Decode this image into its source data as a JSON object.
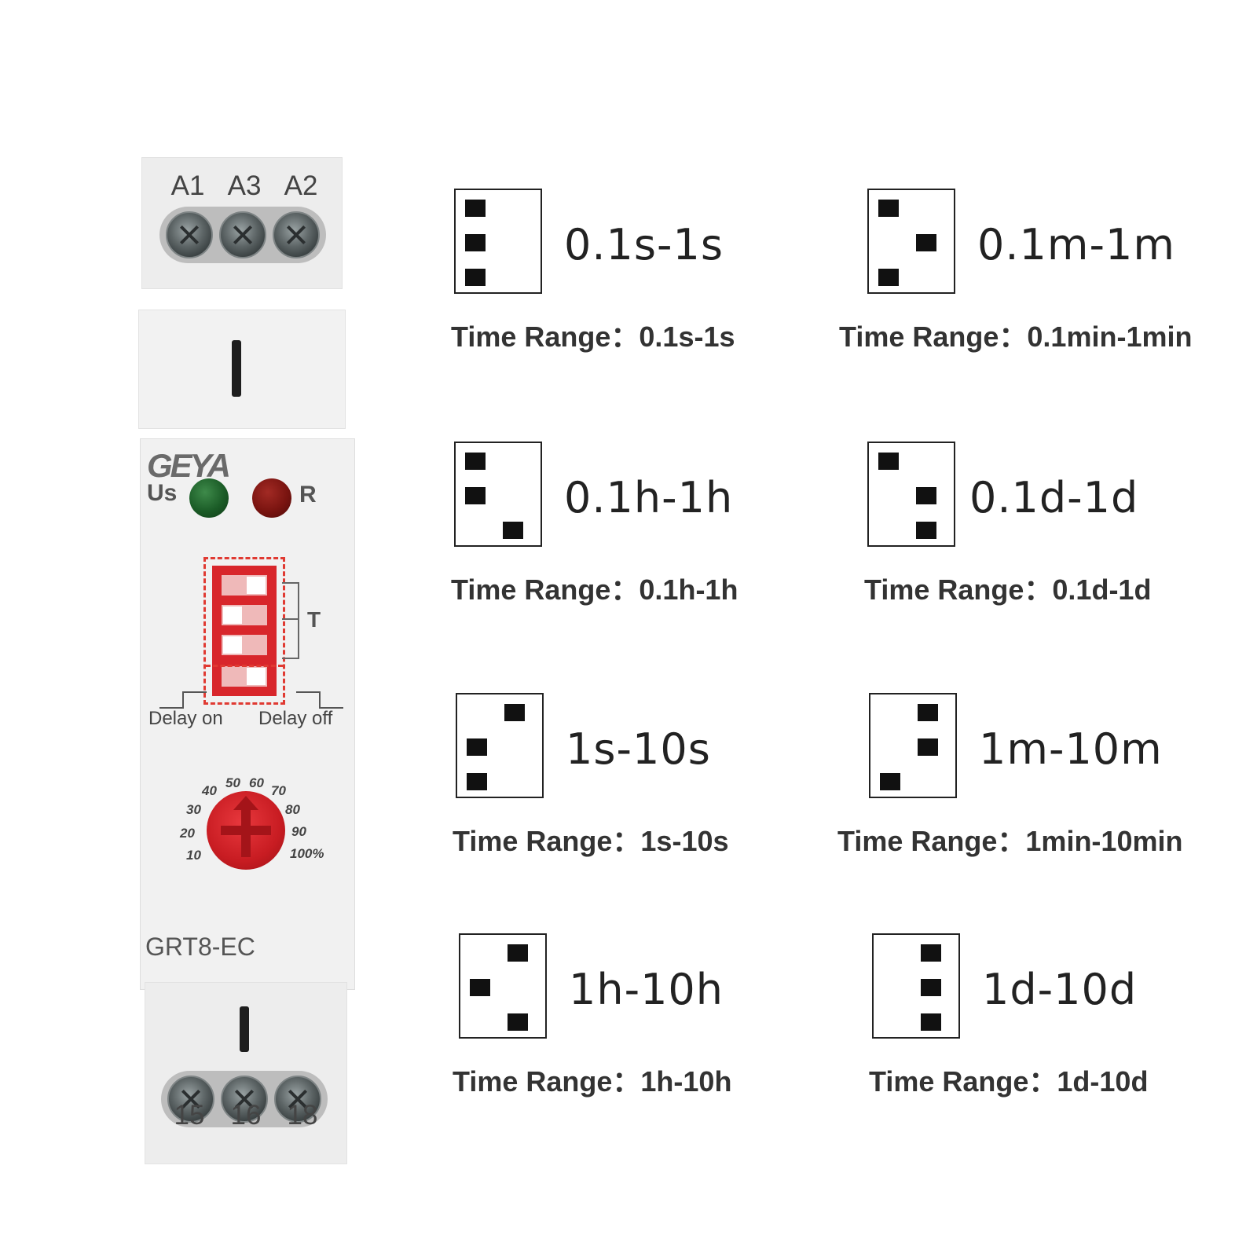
{
  "device": {
    "brand": "GEYA",
    "model": "GRT8-EC",
    "top_terminals": [
      "A1",
      "A3",
      "A2"
    ],
    "bottom_terminals": [
      "15",
      "16",
      "18"
    ],
    "led_us_label": "Us",
    "led_r_label": "R",
    "dip_group_label": "T",
    "mode_left": "Delay on",
    "mode_right": "Delay off",
    "dial_scale": [
      "10",
      "20",
      "30",
      "40",
      "50",
      "60",
      "70",
      "80",
      "90",
      "100%"
    ],
    "colors": {
      "accent_red": "#d8262b",
      "led_green": "#1b5c27",
      "led_red": "#7a1410"
    }
  },
  "legend": {
    "prefix": "Time Range：",
    "items": [
      {
        "code": "0.1s-1s",
        "range": "0.1s-1s",
        "switches": [
          "left",
          "left",
          "left"
        ]
      },
      {
        "code": "0.1m-1m",
        "range": "0.1min-1min",
        "switches": [
          "left",
          "right",
          "left"
        ]
      },
      {
        "code": "0.1h-1h",
        "range": "0.1h-1h",
        "switches": [
          "left",
          "left",
          "right"
        ]
      },
      {
        "code": "0.1d-1d",
        "range": "0.1d-1d",
        "switches": [
          "left",
          "right",
          "right"
        ]
      },
      {
        "code": "1s-10s",
        "range": "1s-10s",
        "switches": [
          "right",
          "left",
          "left"
        ]
      },
      {
        "code": "1m-10m",
        "range": "1min-10min",
        "switches": [
          "right",
          "right",
          "left"
        ]
      },
      {
        "code": "1h-10h",
        "range": "1h-10h",
        "switches": [
          "right",
          "left",
          "right"
        ]
      },
      {
        "code": "1d-10d",
        "range": "1d-10d",
        "switches": [
          "right",
          "right",
          "right"
        ]
      }
    ]
  }
}
